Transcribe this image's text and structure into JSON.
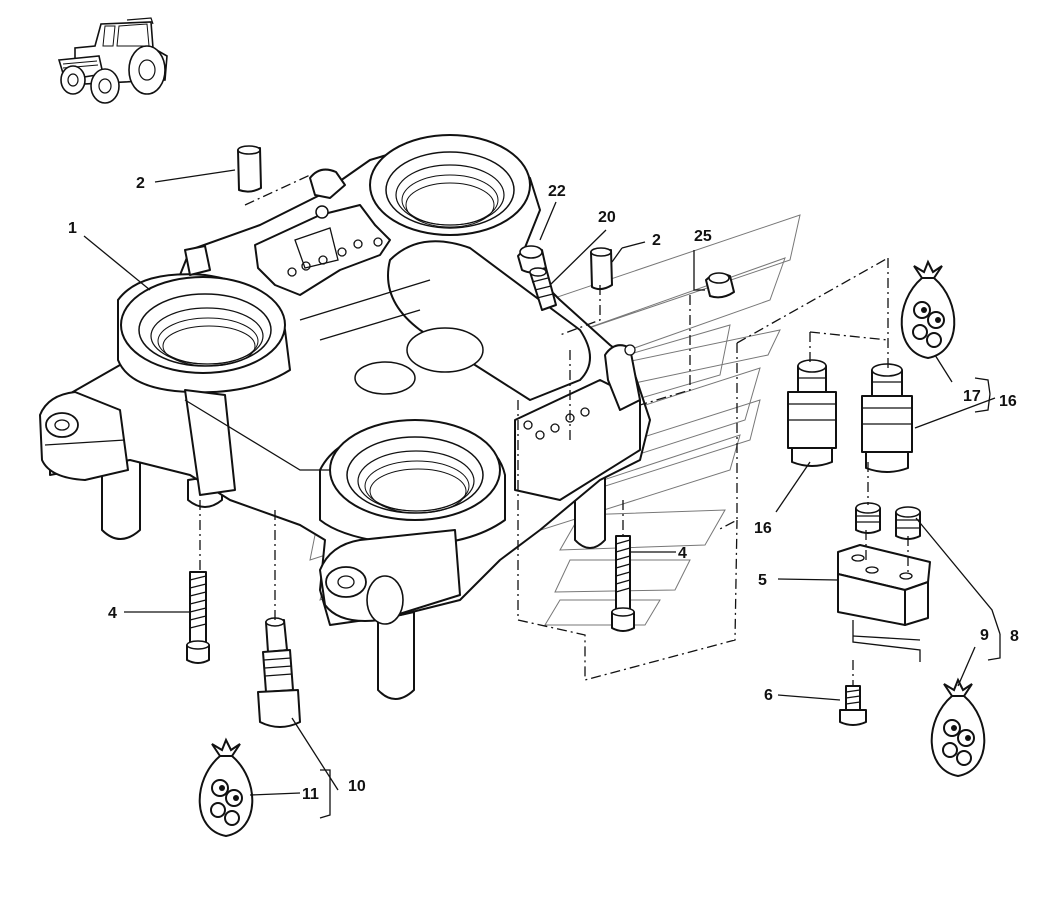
{
  "callouts": {
    "c1": "1",
    "c2a": "2",
    "c2b": "2",
    "c4a": "4",
    "c4b": "4",
    "c5": "5",
    "c6": "6",
    "c8": "8",
    "c9": "9",
    "c10": "10",
    "c11": "11",
    "c16a": "16",
    "c16b": "16",
    "c17": "17",
    "c20": "20",
    "c22": "22",
    "c25": "25"
  },
  "icons": {
    "tractor": "tractor-icon",
    "kit_bag": "kit-bag-icon"
  }
}
